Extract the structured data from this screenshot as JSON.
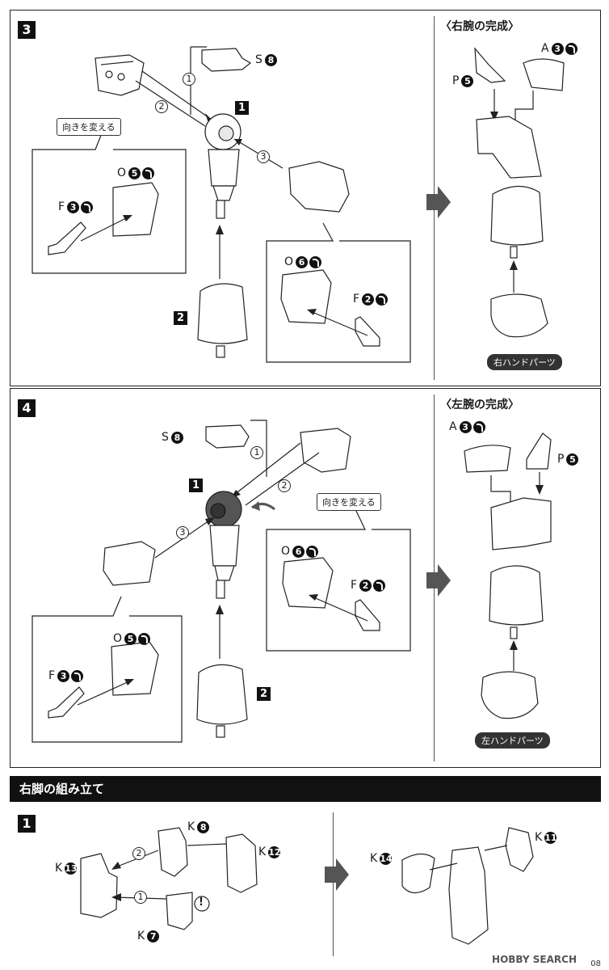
{
  "step3": {
    "number": "3",
    "callout_tag": "向きを変える",
    "sub1": "1",
    "sub2": "2",
    "order1": "1",
    "order2": "2",
    "order3": "3",
    "part_s": "S",
    "part_s_num": "8",
    "left_o": "O",
    "left_o_num": "5",
    "left_f": "F",
    "left_f_num": "3",
    "right_o": "O",
    "right_o_num": "6",
    "right_f": "F",
    "right_f_num": "2"
  },
  "right_arm": {
    "title": "〈右腕の完成〉",
    "part_a": "A",
    "part_a_num": "3",
    "part_p": "P",
    "part_p_num": "5",
    "hand_label": "右ハンドパーツ"
  },
  "step4": {
    "number": "4",
    "callout_tag": "向きを変える",
    "sub1": "1",
    "sub2": "2",
    "order1": "1",
    "order2": "2",
    "order3": "3",
    "part_s": "S",
    "part_s_num": "8",
    "left_o": "O",
    "left_o_num": "5",
    "left_f": "F",
    "left_f_num": "3",
    "right_o": "O",
    "right_o_num": "6",
    "right_f": "F",
    "right_f_num": "2"
  },
  "left_arm": {
    "title": "〈左腕の完成〉",
    "part_a": "A",
    "part_a_num": "3",
    "part_p": "P",
    "part_p_num": "5",
    "hand_label": "左ハンドパーツ"
  },
  "right_leg": {
    "banner": "右脚の組み立て",
    "step": "1",
    "k8": "K",
    "k8_num": "8",
    "k12": "K",
    "k12_num": "12",
    "k13": "K",
    "k13_num": "13",
    "k7": "K",
    "k7_num": "7",
    "k14": "K",
    "k14_num": "14",
    "k11": "K",
    "k11_num": "11",
    "order1": "1",
    "order2": "2",
    "warning": "!"
  },
  "footer": {
    "logo": "HOBBY SEARCH",
    "page": "08"
  },
  "icons": [
    "cut-icon",
    "arrow-right-icon",
    "rotate-icon",
    "warning-icon"
  ]
}
